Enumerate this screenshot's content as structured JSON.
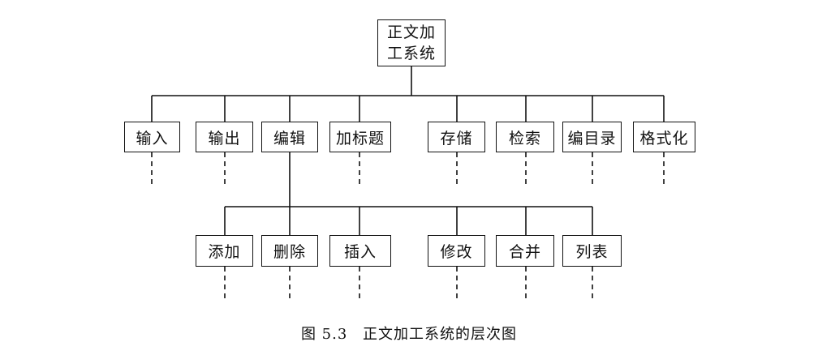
{
  "root": {
    "line1": "正文加",
    "line2": "工系统"
  },
  "level1": [
    "输入",
    "输出",
    "编辑",
    "加标题",
    "存储",
    "检索",
    "编目录",
    "格式化"
  ],
  "level2": [
    "添加",
    "删除",
    "插入",
    "修改",
    "合并",
    "列表"
  ],
  "caption": {
    "figure_number": "图 5.3",
    "title": "正文加工系统的层次图"
  },
  "colors": {
    "line": "#111111",
    "background": "#ffffff"
  }
}
